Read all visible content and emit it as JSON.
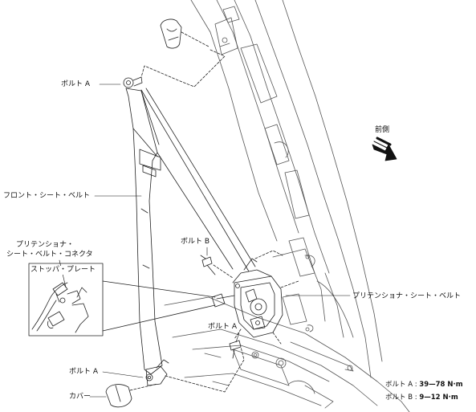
{
  "labels": {
    "bolt_a_top": "ボルト A",
    "front": "前側",
    "front_seat_belt": "フロント・シート・ベルト",
    "pretensioner_connector_line1": "プリテンショナ・",
    "pretensioner_connector_line2": "シート・ベルト・コネクタ",
    "stopper_plate": "ストッパ・プレート",
    "bolt_b": "ボルト B",
    "pretensioner_seat_belt": "プリテンショナ・シート・ベルト",
    "bolt_a_mid": "ボルト A",
    "bolt_a_bottom": "ボルト A",
    "cover": "カバー"
  },
  "torque": [
    {
      "name": "ボルト A :",
      "value": "39—78 N·m"
    },
    {
      "name": "ボルト B :",
      "value": "9—12 N·m"
    }
  ]
}
